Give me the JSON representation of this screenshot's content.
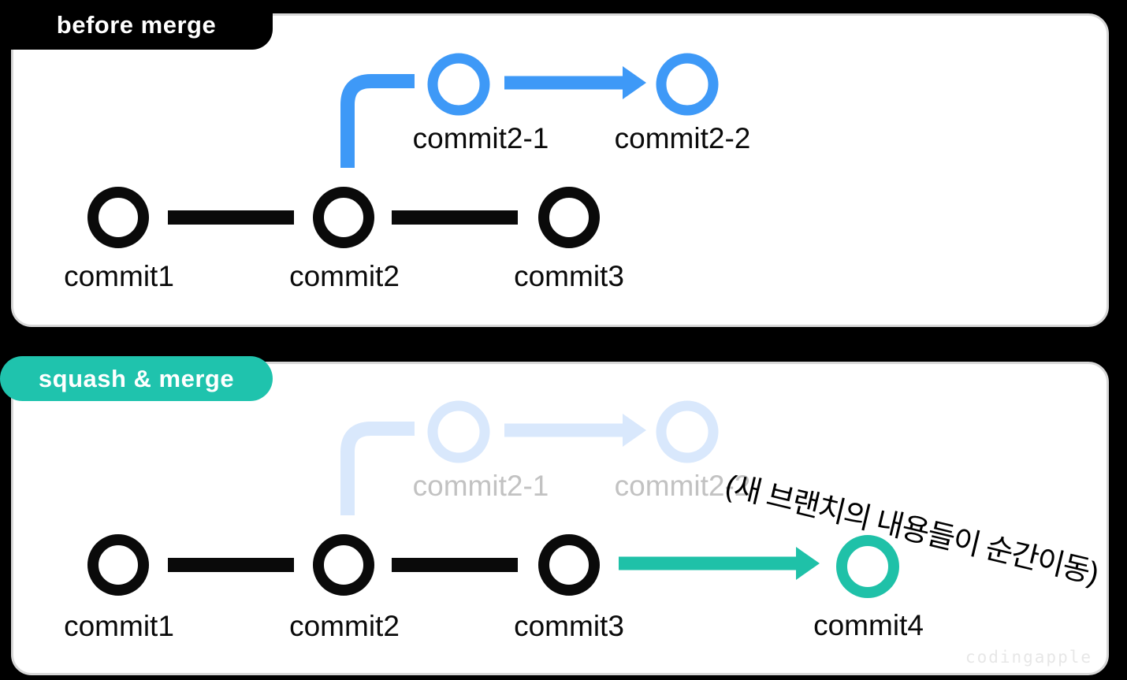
{
  "colors": {
    "blue": "#3E99F7",
    "blue_faded": "#D9E8FC",
    "teal": "#1FC1A8",
    "teal_badge": "#1FC3AD",
    "label_gray": "#C2C2C2",
    "watermark_gray": "#E7E7E7",
    "line_black": "#0A0A0A"
  },
  "before": {
    "badge": "before merge",
    "branch_commits": [
      "commit2-1",
      "commit2-2"
    ],
    "main_commits": [
      "commit1",
      "commit2",
      "commit3"
    ]
  },
  "squash": {
    "badge": "squash & merge",
    "faded_branch_commits": [
      "commit2-1",
      "commit2-2"
    ],
    "main_commits": [
      "commit1",
      "commit2",
      "commit3"
    ],
    "new_commit": "commit4",
    "annotation": "(새 브랜치의 내용들이 순간이동)",
    "watermark": "codingapple"
  }
}
